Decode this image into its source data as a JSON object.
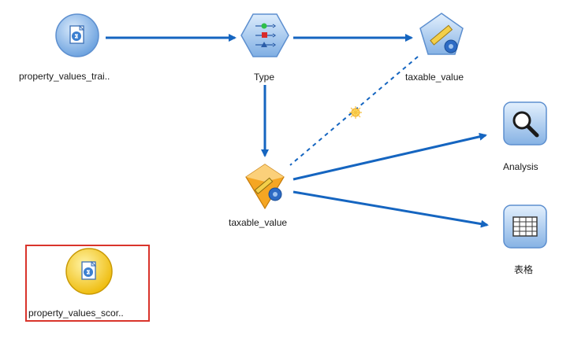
{
  "nodes": {
    "source": {
      "label": "property_values_trai.."
    },
    "type": {
      "label": "Type"
    },
    "model_generator": {
      "label": "taxable_value"
    },
    "model_nugget": {
      "label": "taxable_value"
    },
    "analysis": {
      "label": "Analysis"
    },
    "table": {
      "label": "表格"
    },
    "score_source": {
      "label": "property_values_scor.."
    }
  },
  "colors": {
    "link": "#1565c0",
    "highlight": "#d9342b",
    "source_blue": "#7fb0e6",
    "source_yellow": "#f3c81a",
    "nugget_orange": "#f5a623",
    "output_blue": "#8cb7e8"
  }
}
